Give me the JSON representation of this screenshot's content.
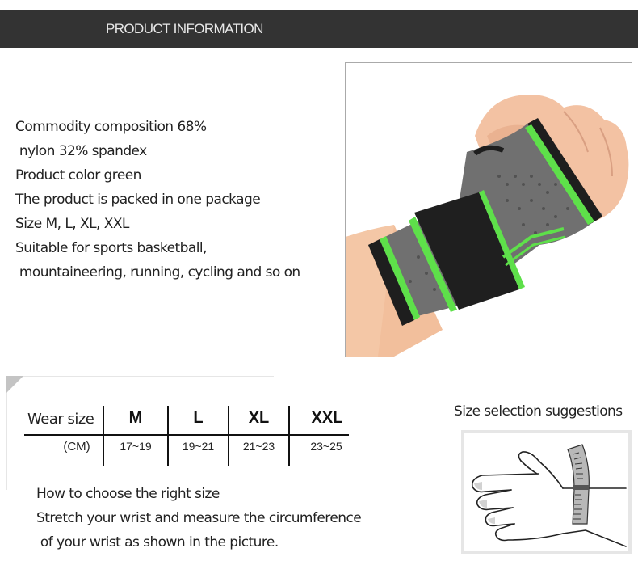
{
  "banner": {
    "title": "PRODUCT INFORMATION",
    "background": "#333333"
  },
  "product_info": {
    "lines": [
      "Commodity composition 68%",
      " nylon 32% spandex",
      "Product color green",
      "The product is packed in one package",
      "Size M, L, XL, XXL",
      "Suitable for sports basketball,",
      " mountaineering, running, cycling and so on"
    ]
  },
  "product_image": {
    "alt": "Wrist support brace worn on hand",
    "icon": "wrist-brace-photo",
    "colors": {
      "accent_green": "#5ee04a",
      "fabric_gray": "#6e6e6e",
      "strap_black": "#1d1d1d",
      "skin": "#f0b896"
    }
  },
  "size_table": {
    "header_label": "Wear size",
    "unit_label": "(CM)",
    "columns": [
      {
        "size": "M",
        "range": "17~19"
      },
      {
        "size": "L",
        "range": "19~21"
      },
      {
        "size": "XL",
        "range": "21~23"
      },
      {
        "size": "XXL",
        "range": "23~25"
      }
    ]
  },
  "how_to": {
    "lines": [
      "How to choose the right size",
      "Stretch your wrist and measure the circumference",
      " of your wrist as shown in the picture."
    ]
  },
  "size_suggestion": {
    "title": "Size selection suggestions",
    "icon": "hand-measuring-tape-illustration"
  }
}
